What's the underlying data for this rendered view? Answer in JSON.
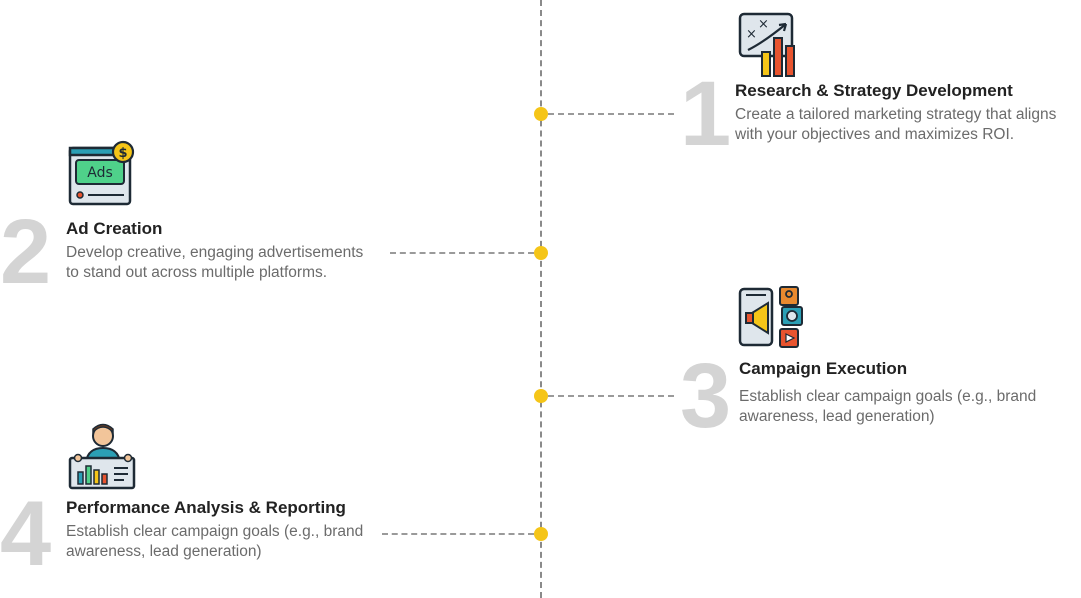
{
  "steps": [
    {
      "number": "1",
      "title": "Research & Strategy Development",
      "description": "Create a tailored marketing strategy that aligns\nwith your objectives and maximizes ROI.",
      "icon": "strategy-chart-icon"
    },
    {
      "number": "2",
      "title": "Ad Creation",
      "description": "Develop creative, engaging advertisements\nto stand out across multiple platforms.",
      "icon": "ads-monitor-icon",
      "icon_text": "Ads"
    },
    {
      "number": "3",
      "title": "Campaign Execution",
      "description": "Establish clear campaign goals (e.g., brand\nawareness, lead generation)",
      "icon": "megaphone-social-icon"
    },
    {
      "number": "4",
      "title": "Performance Analysis & Reporting",
      "description": "Establish clear campaign goals (e.g., brand\nawareness, lead generation)",
      "icon": "analyst-presentation-icon"
    }
  ],
  "colors": {
    "accent_yellow": "#f5c518",
    "number_gray": "#d4d4d4",
    "line_gray": "#8a8a8a",
    "orange": "#e8542f",
    "icon_teal": "#2b9fb5",
    "icon_green": "#4fd18a"
  }
}
